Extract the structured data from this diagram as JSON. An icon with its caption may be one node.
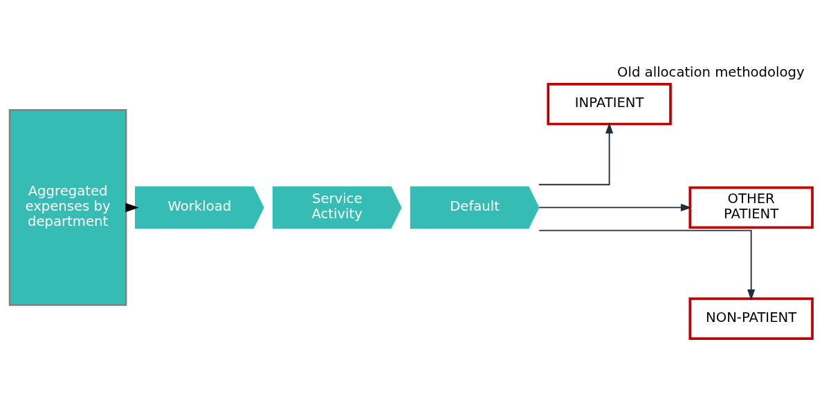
{
  "diagram": {
    "title": "Old allocation methodology",
    "nodes": [
      {
        "text": [
          "Aggregated expenses by department"
        ]
      },
      {
        "text": [
          "Workload"
        ]
      },
      {
        "text": [
          "Service Activity"
        ]
      },
      {
        "text": [
          "Default"
        ]
      },
      {
        "text": [
          "INPATIENT"
        ]
      },
      {
        "text": [
          "OTHER PATIENT"
        ]
      },
      {
        "text": [
          "NON-PATIENT"
        ]
      }
    ],
    "edges": [
      {
        "from": 0,
        "to": 1,
        "arrow": "to",
        "style": "thick",
        "color": "#000000"
      },
      {
        "from": 3,
        "to": 4,
        "arrow": "to"
      },
      {
        "from": 3,
        "to": 5,
        "arrow": "to"
      },
      {
        "from": 3,
        "to": 6,
        "arrow": "to"
      }
    ]
  }
}
